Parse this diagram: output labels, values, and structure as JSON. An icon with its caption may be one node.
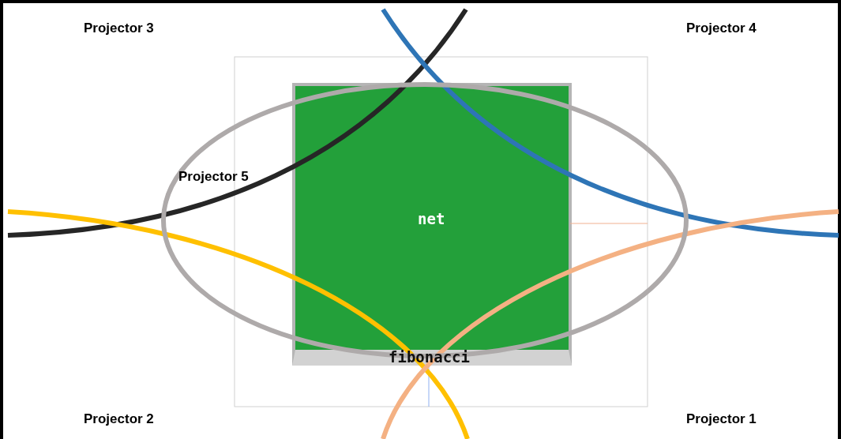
{
  "diagram": {
    "nodes": [
      {
        "text": [
          "net",
          "fibonacci"
        ]
      }
    ],
    "edges": [],
    "labels": [
      "Projector 3",
      "Projector 4",
      "Projector 5",
      "Projector 2",
      "Projector 1"
    ]
  }
}
